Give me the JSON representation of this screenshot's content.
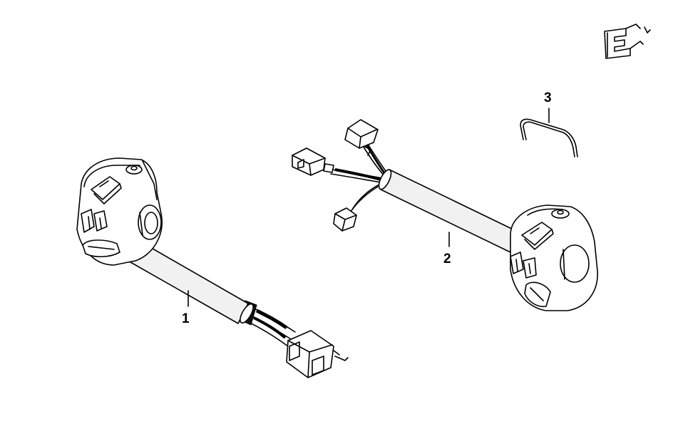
{
  "diagram": {
    "parts": [
      {
        "number": "1"
      },
      {
        "number": "2"
      },
      {
        "number": "3"
      }
    ],
    "icons": {
      "corner_logo": "exploded-view-logo-icon"
    },
    "colors": {
      "line": "#000000",
      "background": "#ffffff",
      "tube_fill": "#f1f1f1"
    }
  }
}
